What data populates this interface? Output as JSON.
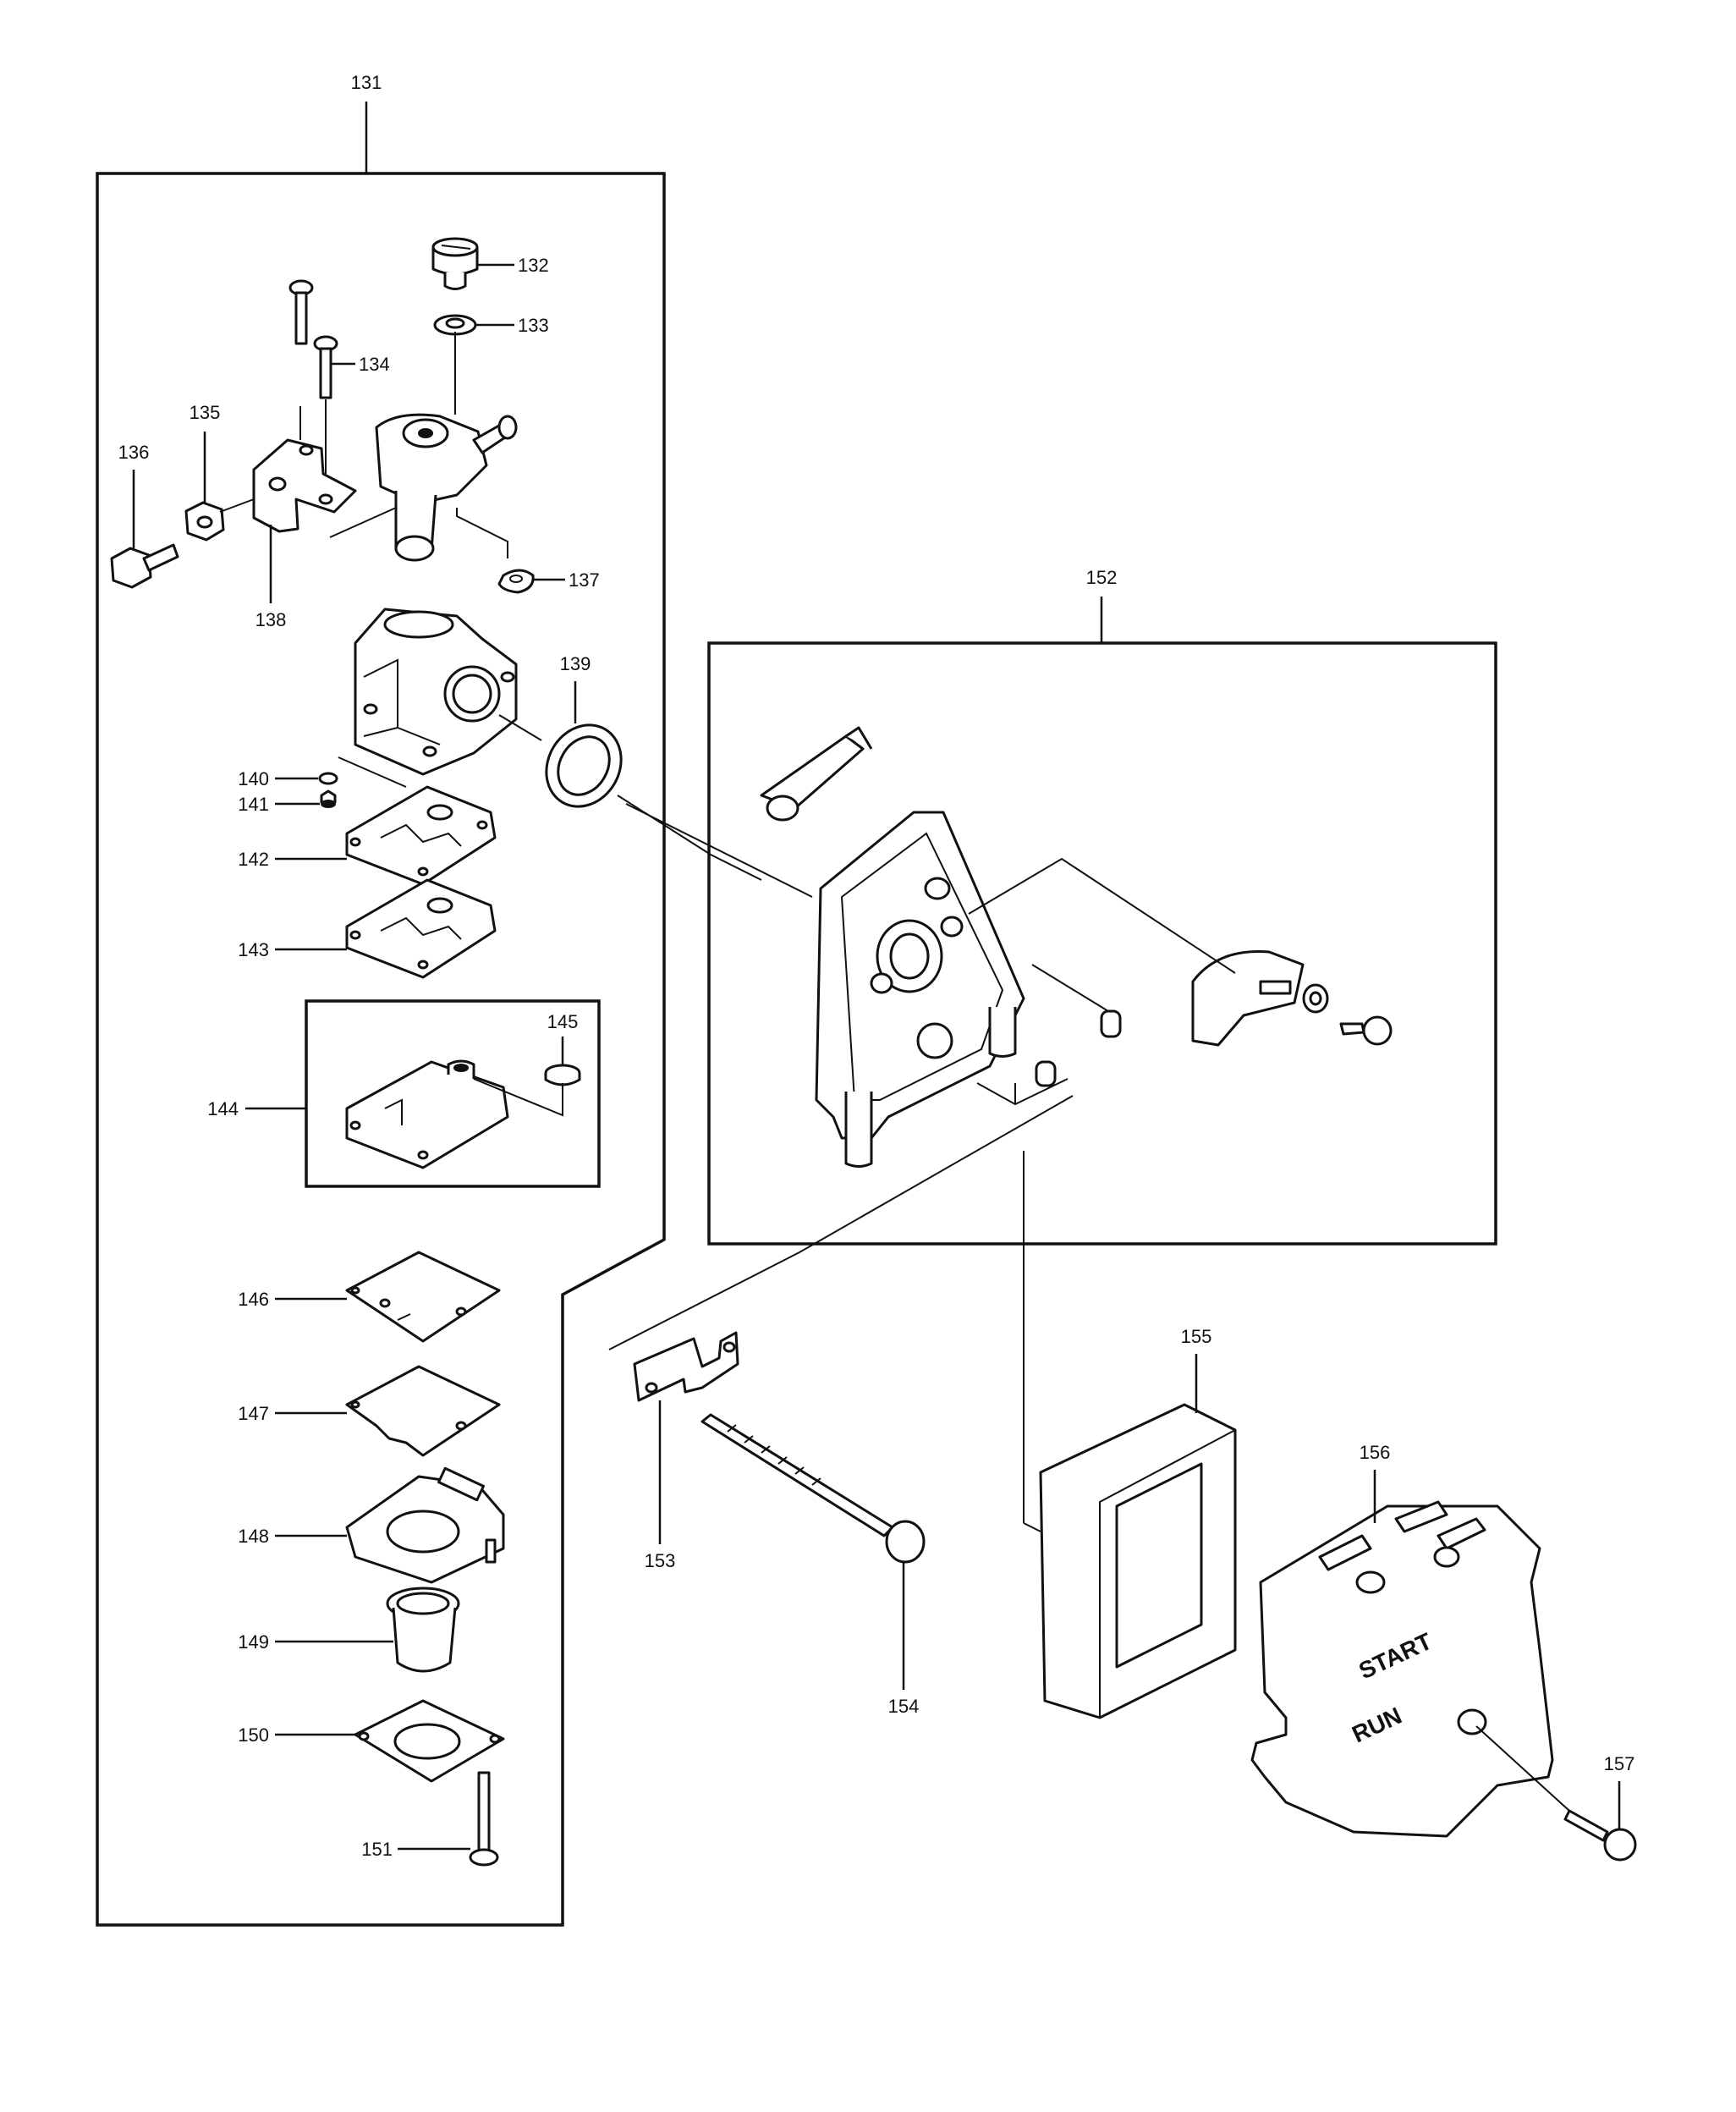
{
  "callouts": {
    "c131": "131",
    "c132": "132",
    "c133": "133",
    "c134": "134",
    "c135": "135",
    "c136": "136",
    "c137": "137",
    "c138": "138",
    "c139": "139",
    "c140": "140",
    "c141": "141",
    "c142": "142",
    "c143": "143",
    "c144": "144",
    "c145": "145",
    "c146": "146",
    "c147": "147",
    "c148": "148",
    "c149": "149",
    "c150": "150",
    "c151": "151",
    "c152": "152",
    "c153": "153",
    "c154": "154",
    "c155": "155",
    "c156": "156",
    "c157": "157"
  },
  "decals": {
    "start": "START",
    "run": "RUN"
  }
}
